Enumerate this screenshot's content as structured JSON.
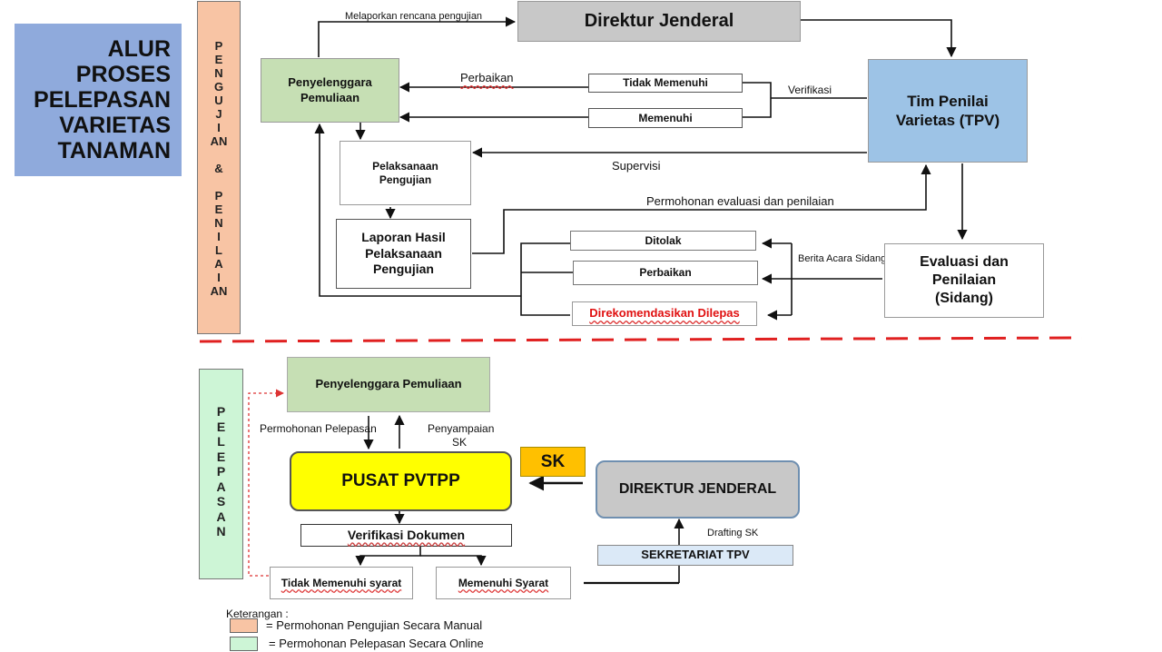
{
  "title": {
    "lines": [
      "ALUR",
      "PROSES",
      "PELEPASAN",
      "VARIETAS",
      "TANAMAN"
    ]
  },
  "section_pengujian": {
    "letters": [
      "P",
      "E",
      "N",
      "G",
      "U",
      "J",
      "I",
      "AN",
      "",
      "&",
      "",
      "P",
      "E",
      "N",
      "I",
      "L",
      "A",
      "I",
      "AN"
    ]
  },
  "section_pelepasan": {
    "letters": [
      "P",
      "E",
      "L",
      "E",
      "P",
      "A",
      "S",
      "A",
      "N"
    ]
  },
  "nodes": {
    "direktur_jenderal_top": "Direktur Jenderal",
    "penyelenggara_pemuliaan": "Penyelenggara Pemuliaan",
    "tim_penilai": "Tim Penilai Varietas (TPV)",
    "tidak_memenuhi": "Tidak Memenuhi",
    "memenuhi": "Memenuhi",
    "pelaksanaan_pengujian": "Pelaksanaan Pengujian",
    "laporan": "Laporan Hasil Pelaksanaan Pengujian",
    "ditolak": "Ditolak",
    "perbaikan_box": "Perbaikan",
    "direkomendasikan": "Direkomendasikan Dilepas",
    "evaluasi": "Evaluasi dan Penilaian (Sidang)",
    "penyelenggara_pemuliaan_bottom": "Penyelenggara Pemuliaan",
    "pusat_pvtpp": "PUSAT PVTPP",
    "sk": "SK",
    "direktur_jenderal_bottom": "DIREKTUR JENDERAL",
    "verifikasi_dokumen": "Verifikasi Dokumen",
    "sekretariat_tpv": "SEKRETARIAT TPV",
    "tidak_memenuhi_syarat": "Tidak Memenuhi syarat",
    "memenuhi_syarat": "Memenuhi Syarat"
  },
  "labels": {
    "melaporkan": "Melaporkan rencana pengujian",
    "perbaikan": "Perbaikan",
    "verifikasi": "Verifikasi",
    "supervisi": "Supervisi",
    "permohonan_evaluasi": "Permohonan evaluasi dan penilaian",
    "berita_acara": "Berita Acara Sidang",
    "permohonan_pelepasan": "Permohonan Pelepasan",
    "penyampaian_sk": "Penyampaian SK",
    "drafting_sk": "Drafting SK"
  },
  "legend": {
    "title": "Keterangan :",
    "items": [
      {
        "color": "#f8c4a4",
        "text": "= Permohonan Pengujian Secara Manual"
      },
      {
        "color": "#cdf5d6",
        "text": "= Permohonan Pelepasan Secara Online"
      }
    ]
  },
  "colors": {
    "title_bg": "#8faadc",
    "pengujian_bg": "#f8c4a4",
    "pelepasan_bg": "#cdf5d6",
    "green_box": "#c6dfb4",
    "blue_box": "#9dc3e6",
    "grey_box": "#c8c8c8",
    "yellow_box": "#ffff00",
    "sk_box": "#ffc000",
    "divider": "#e02020"
  }
}
